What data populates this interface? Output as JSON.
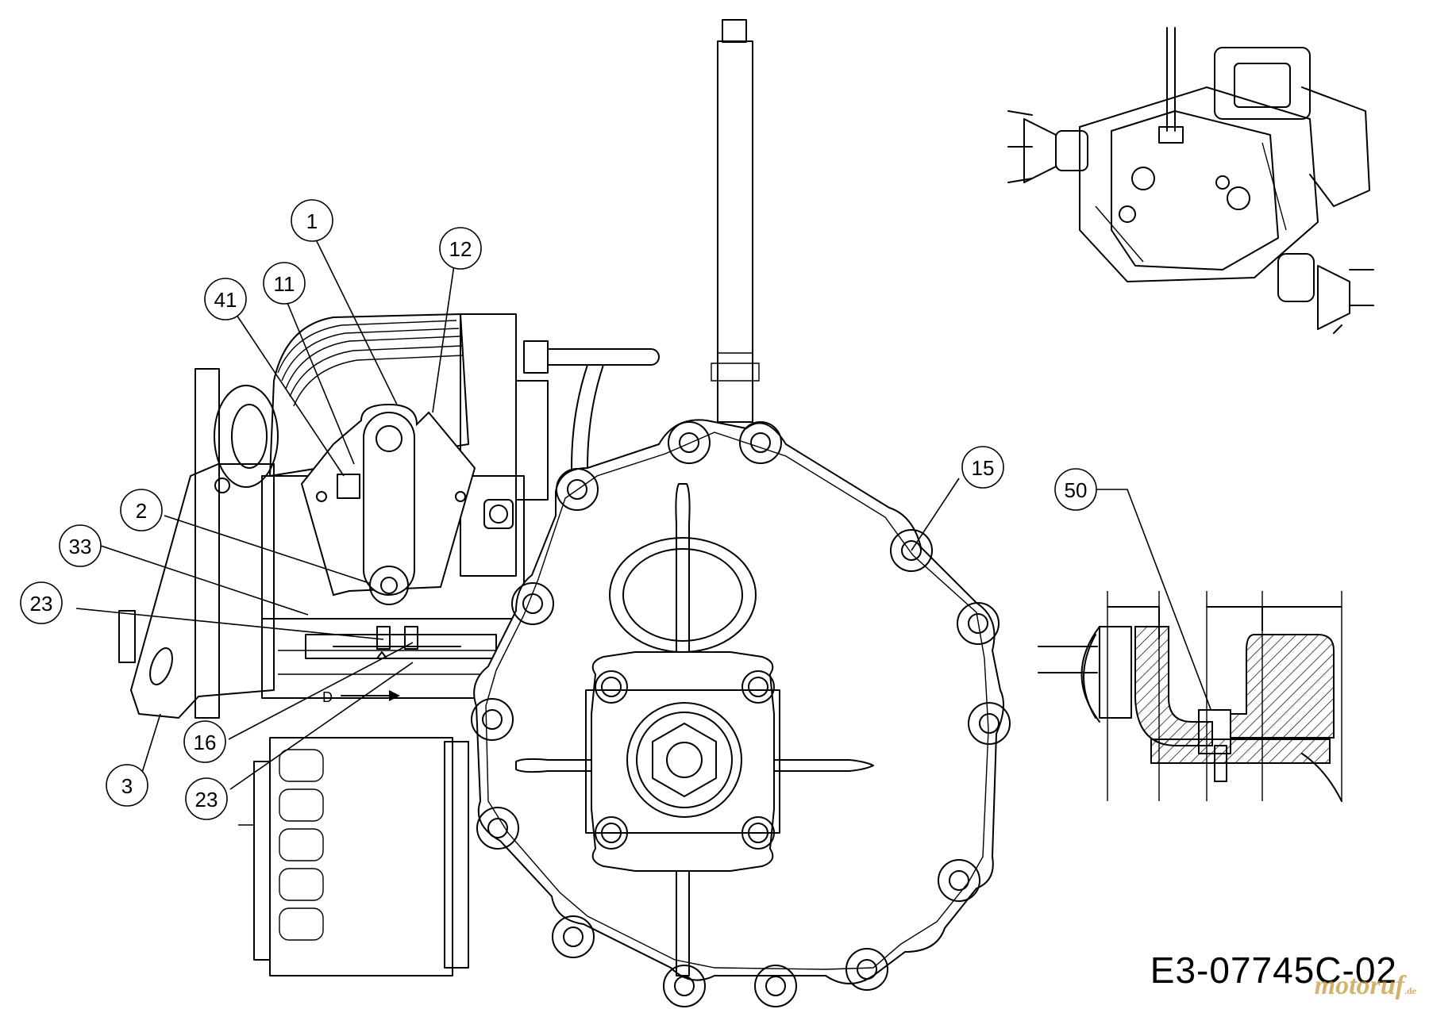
{
  "drawing_code": "E3-07745C-02",
  "watermark": {
    "brand": "motoruf",
    "tld": ".de"
  },
  "callouts": [
    {
      "id": "callout-1",
      "label": "1"
    },
    {
      "id": "callout-12",
      "label": "12"
    },
    {
      "id": "callout-41",
      "label": "41"
    },
    {
      "id": "callout-11",
      "label": "11"
    },
    {
      "id": "callout-2",
      "label": "2"
    },
    {
      "id": "callout-33",
      "label": "33"
    },
    {
      "id": "callout-23a",
      "label": "23"
    },
    {
      "id": "callout-16",
      "label": "16"
    },
    {
      "id": "callout-3",
      "label": "3"
    },
    {
      "id": "callout-23b",
      "label": "23"
    },
    {
      "id": "callout-15",
      "label": "15"
    },
    {
      "id": "callout-50",
      "label": "50"
    }
  ],
  "direction_label": "D"
}
